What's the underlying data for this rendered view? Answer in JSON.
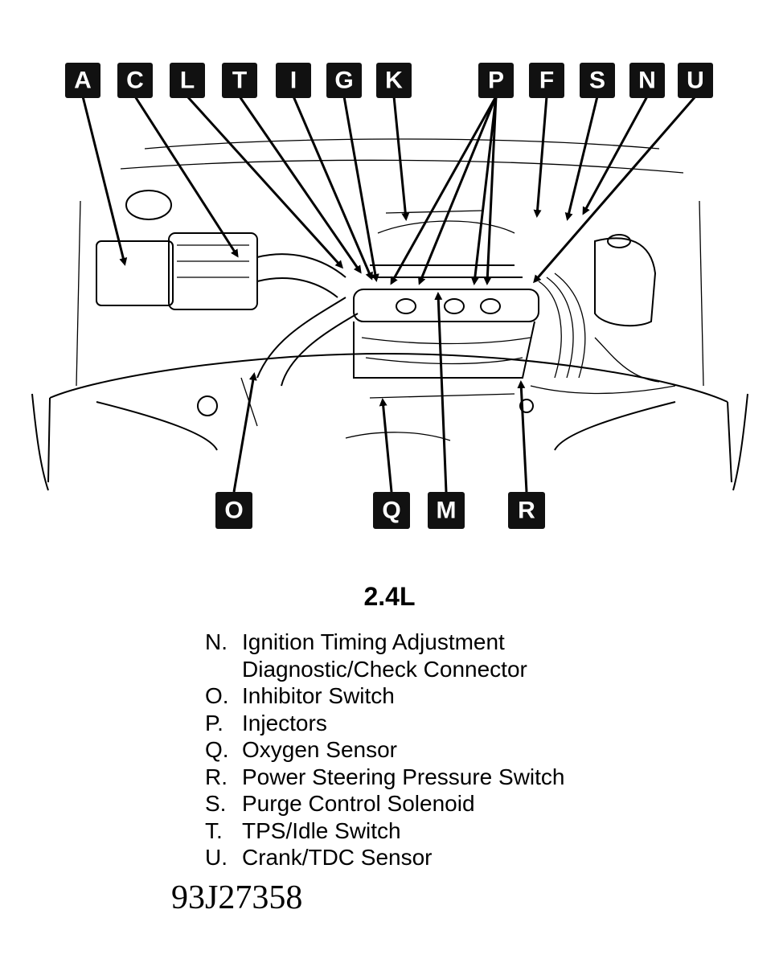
{
  "title": "2.4L",
  "labels": [
    "A",
    "C",
    "L",
    "T",
    "I",
    "G",
    "K",
    "P",
    "F",
    "S",
    "N",
    "U",
    "O",
    "Q",
    "M",
    "R"
  ],
  "legend": [
    {
      "key": "N.",
      "text": "Ignition Timing Adjustment\nDiagnostic/Check Connector"
    },
    {
      "key": "O.",
      "text": "Inhibitor Switch"
    },
    {
      "key": "P.",
      "text": "Injectors"
    },
    {
      "key": "Q.",
      "text": "Oxygen Sensor"
    },
    {
      "key": "R.",
      "text": "Power Steering Pressure Switch"
    },
    {
      "key": "S.",
      "text": "Purge Control Solenoid"
    },
    {
      "key": "T.",
      "text": "TPS/Idle Switch"
    },
    {
      "key": "U.",
      "text": "Crank/TDC Sensor"
    }
  ],
  "figure_code": "93J27358"
}
